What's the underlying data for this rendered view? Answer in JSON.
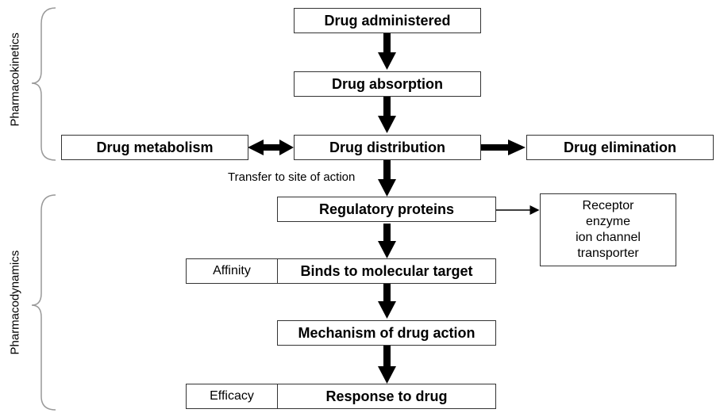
{
  "nodes": {
    "administered": "Drug administered",
    "absorption": "Drug absorption",
    "distribution": "Drug distribution",
    "metabolism": "Drug metabolism",
    "elimination": "Drug elimination",
    "regulatory": "Regulatory proteins",
    "binds": "Binds to molecular target",
    "mechanism": "Mechanism of drug action",
    "response": "Response to drug",
    "affinity": "Affinity",
    "efficacy": "Efficacy"
  },
  "targets": [
    "Receptor",
    "enzyme",
    "ion channel",
    "transporter"
  ],
  "annotations": {
    "transfer": "Transfer to site of action"
  },
  "groups": {
    "pharmacokinetics": "Pharmacokinetics",
    "pharmacodynamics": "Pharmacodynamics"
  }
}
